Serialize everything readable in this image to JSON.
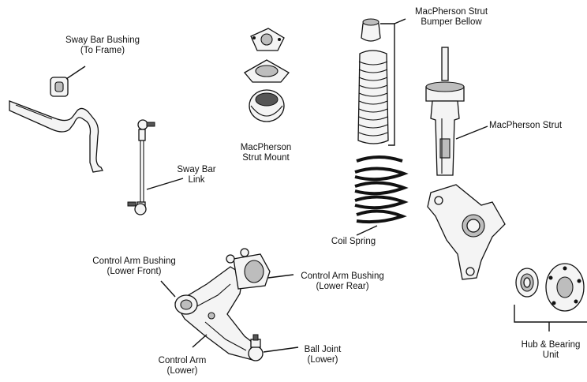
{
  "labels": {
    "sway_bar_bushing": [
      "Sway Bar Bushing",
      "(To Frame)"
    ],
    "sway_bar_link": [
      "Sway Bar",
      "Link"
    ],
    "strut_mount": [
      "MacPherson",
      "Strut Mount"
    ],
    "bumper_bellow": [
      "MacPherson Strut",
      "Bumper Bellow"
    ],
    "macpherson_strut": [
      "MacPherson Strut"
    ],
    "coil_spring": [
      "Coil Spring"
    ],
    "control_arm_bushing_front": [
      "Control Arm Bushing",
      "(Lower Front)"
    ],
    "control_arm_bushing_rear": [
      "Control Arm Bushing",
      "(Lower Rear)"
    ],
    "control_arm": [
      "Control Arm",
      "(Lower)"
    ],
    "ball_joint": [
      "Ball Joint",
      "(Lower)"
    ],
    "hub_bearing": [
      "Hub & Bearing",
      "Unit"
    ]
  }
}
